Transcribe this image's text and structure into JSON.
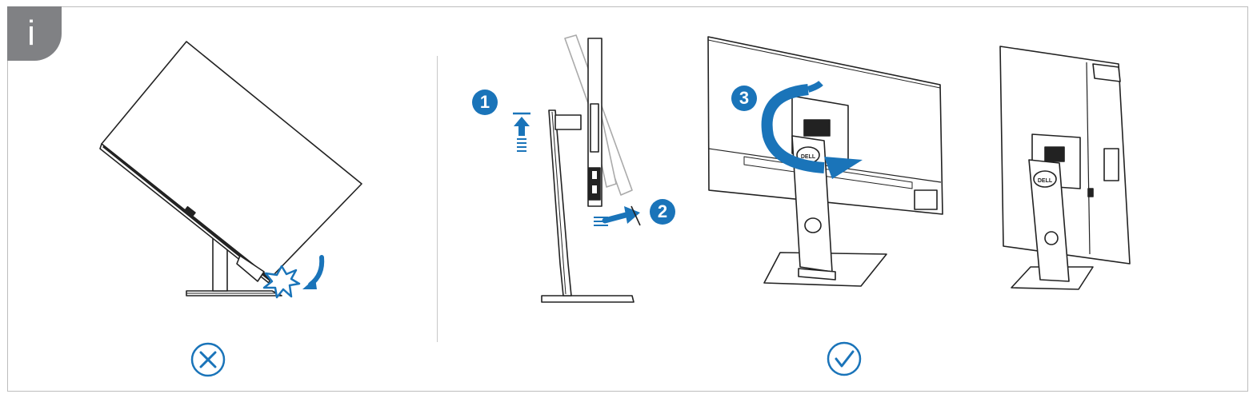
{
  "badge": {
    "letter": "i"
  },
  "steps": [
    {
      "number": "1"
    },
    {
      "number": "2"
    },
    {
      "number": "3"
    }
  ],
  "logo_text": "DELL",
  "colors": {
    "accent": "#1a74b9",
    "badge": "#808184",
    "line": "#222222"
  },
  "icons": {
    "wrong": "cross-circle-icon",
    "right": "check-circle-icon"
  }
}
